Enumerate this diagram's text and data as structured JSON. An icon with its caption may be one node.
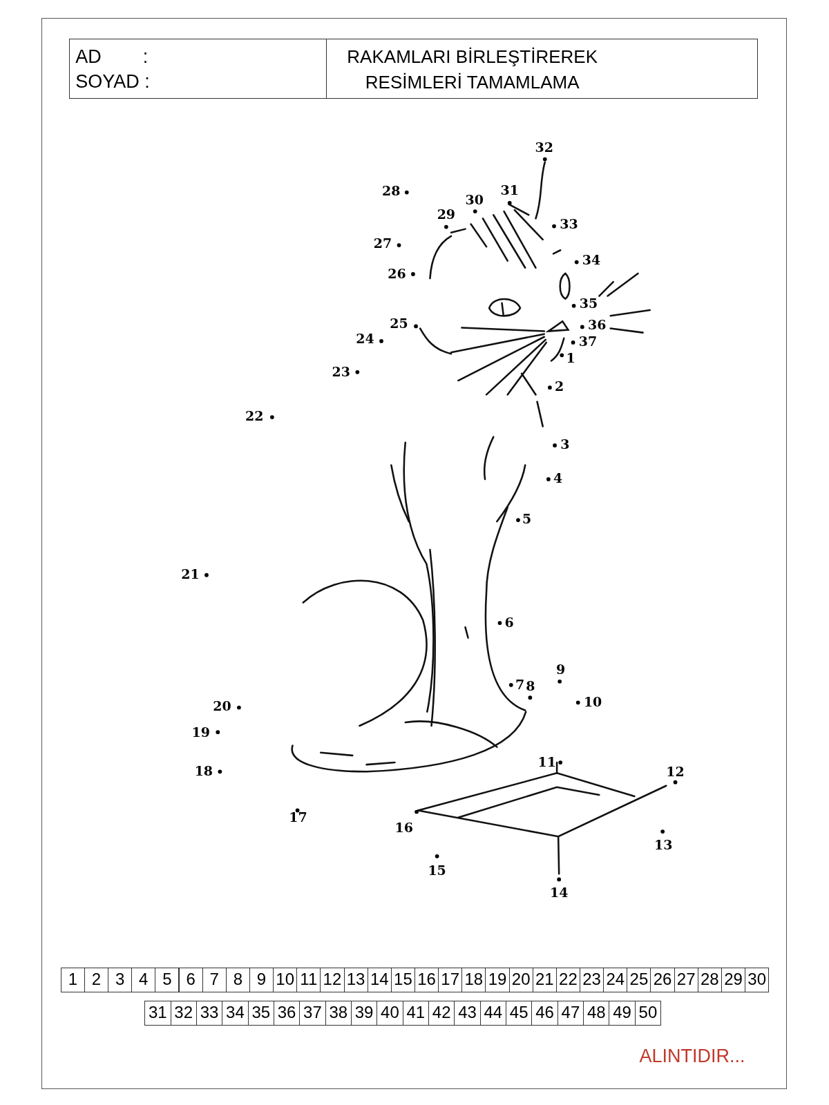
{
  "diagram": {
    "title": "RAKAMLARI BİRLEŞTİREREK RESİMLERİ TAMAMLAMA",
    "labels": [
      "AD        :",
      "SOYAD :",
      "1",
      "2",
      "3",
      "4",
      "5",
      "6",
      "7",
      "8",
      "9",
      "10",
      "11",
      "12",
      "13",
      "14",
      "15",
      "16",
      "17",
      "18",
      "19",
      "20",
      "21",
      "22",
      "23",
      "24",
      "25",
      "26",
      "27",
      "28",
      "29",
      "30",
      "31",
      "32",
      "33",
      "34",
      "35",
      "36",
      "37",
      "1",
      "2",
      "3",
      "4",
      "5",
      "6",
      "7",
      "8",
      "9",
      "10",
      "11",
      "12",
      "13",
      "14",
      "15",
      "16",
      "17",
      "18",
      "19",
      "20",
      "21",
      "22",
      "23",
      "24",
      "25",
      "26",
      "27",
      "28",
      "29",
      "30",
      "31",
      "32",
      "33",
      "34",
      "35",
      "36",
      "37",
      "38",
      "39",
      "40",
      "41",
      "42",
      "43",
      "44",
      "45",
      "46",
      "47",
      "48",
      "49",
      "50",
      "ALINTIDIR..."
    ]
  }
}
